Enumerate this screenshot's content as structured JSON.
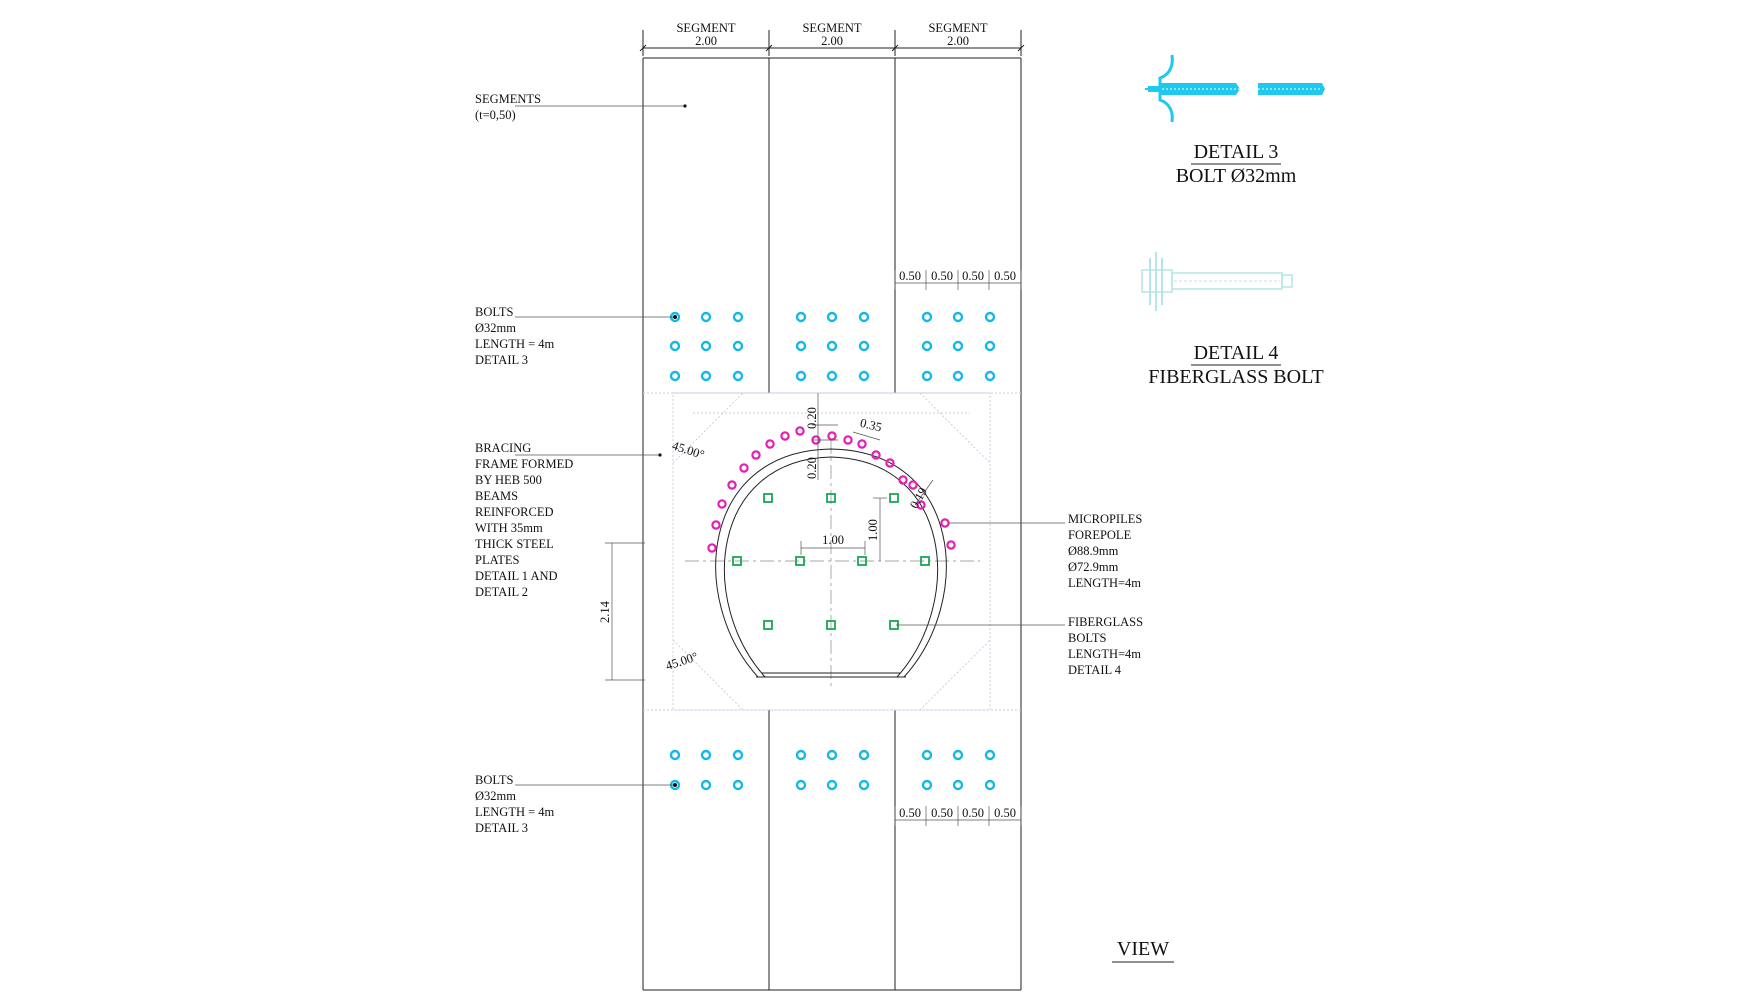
{
  "segments": {
    "headers": [
      {
        "label": "SEGMENT",
        "value": "2.00"
      },
      {
        "label": "SEGMENT",
        "value": "2.00"
      },
      {
        "label": "SEGMENT",
        "value": "2.00"
      }
    ]
  },
  "labels": {
    "segments": [
      "SEGMENTS",
      "(t=0,50)"
    ],
    "bolts_top": [
      "BOLTS",
      "Ø32mm",
      "LENGTH = 4m",
      "DETAIL 3"
    ],
    "bracing": [
      "BRACING",
      "FRAME FORMED",
      "BY HEB 500",
      "BEAMS",
      "REINFORCED",
      "WITH 35mm",
      "THICK STEEL",
      "PLATES",
      "DETAIL 1 AND",
      "DETAIL 2"
    ],
    "micropiles": [
      "MICROPILES",
      "FOREPOLE",
      "Ø88.9mm",
      "Ø72.9mm",
      "LENGTH=4m"
    ],
    "fiberglass": [
      "FIBERGLASS",
      "BOLTS",
      "LENGTH=4m",
      "DETAIL 4"
    ],
    "bolts_bottom": [
      "BOLTS",
      "Ø32mm",
      "LENGTH = 4m",
      "DETAIL 3"
    ]
  },
  "dimensions": {
    "spacing_top": [
      "0.50",
      "0.50",
      "0.50",
      "0.50"
    ],
    "spacing_bottom": [
      "0.50",
      "0.50",
      "0.50",
      "0.50"
    ],
    "vertical_a": "0.20",
    "vertical_b": "0.20",
    "arc_spacing": "0.35",
    "small": "0.19",
    "grid_h": "1.00",
    "grid_v": "1.00",
    "height": "2.14",
    "angle_top": "45.00°",
    "angle_bottom": "45.00°"
  },
  "details": {
    "detail3": {
      "title": "DETAIL 3",
      "subtitle": "BOLT Ø32mm"
    },
    "detail4": {
      "title": "DETAIL 4",
      "subtitle": "FIBERGLASS BOLT"
    },
    "view": "VIEW"
  },
  "colors": {
    "bolt": "#14b8e6",
    "micropile": "#e61eb4",
    "fiberglass": "#1aa55a",
    "detail3": "#1ec8f0",
    "detail4": "#aee6e6"
  }
}
